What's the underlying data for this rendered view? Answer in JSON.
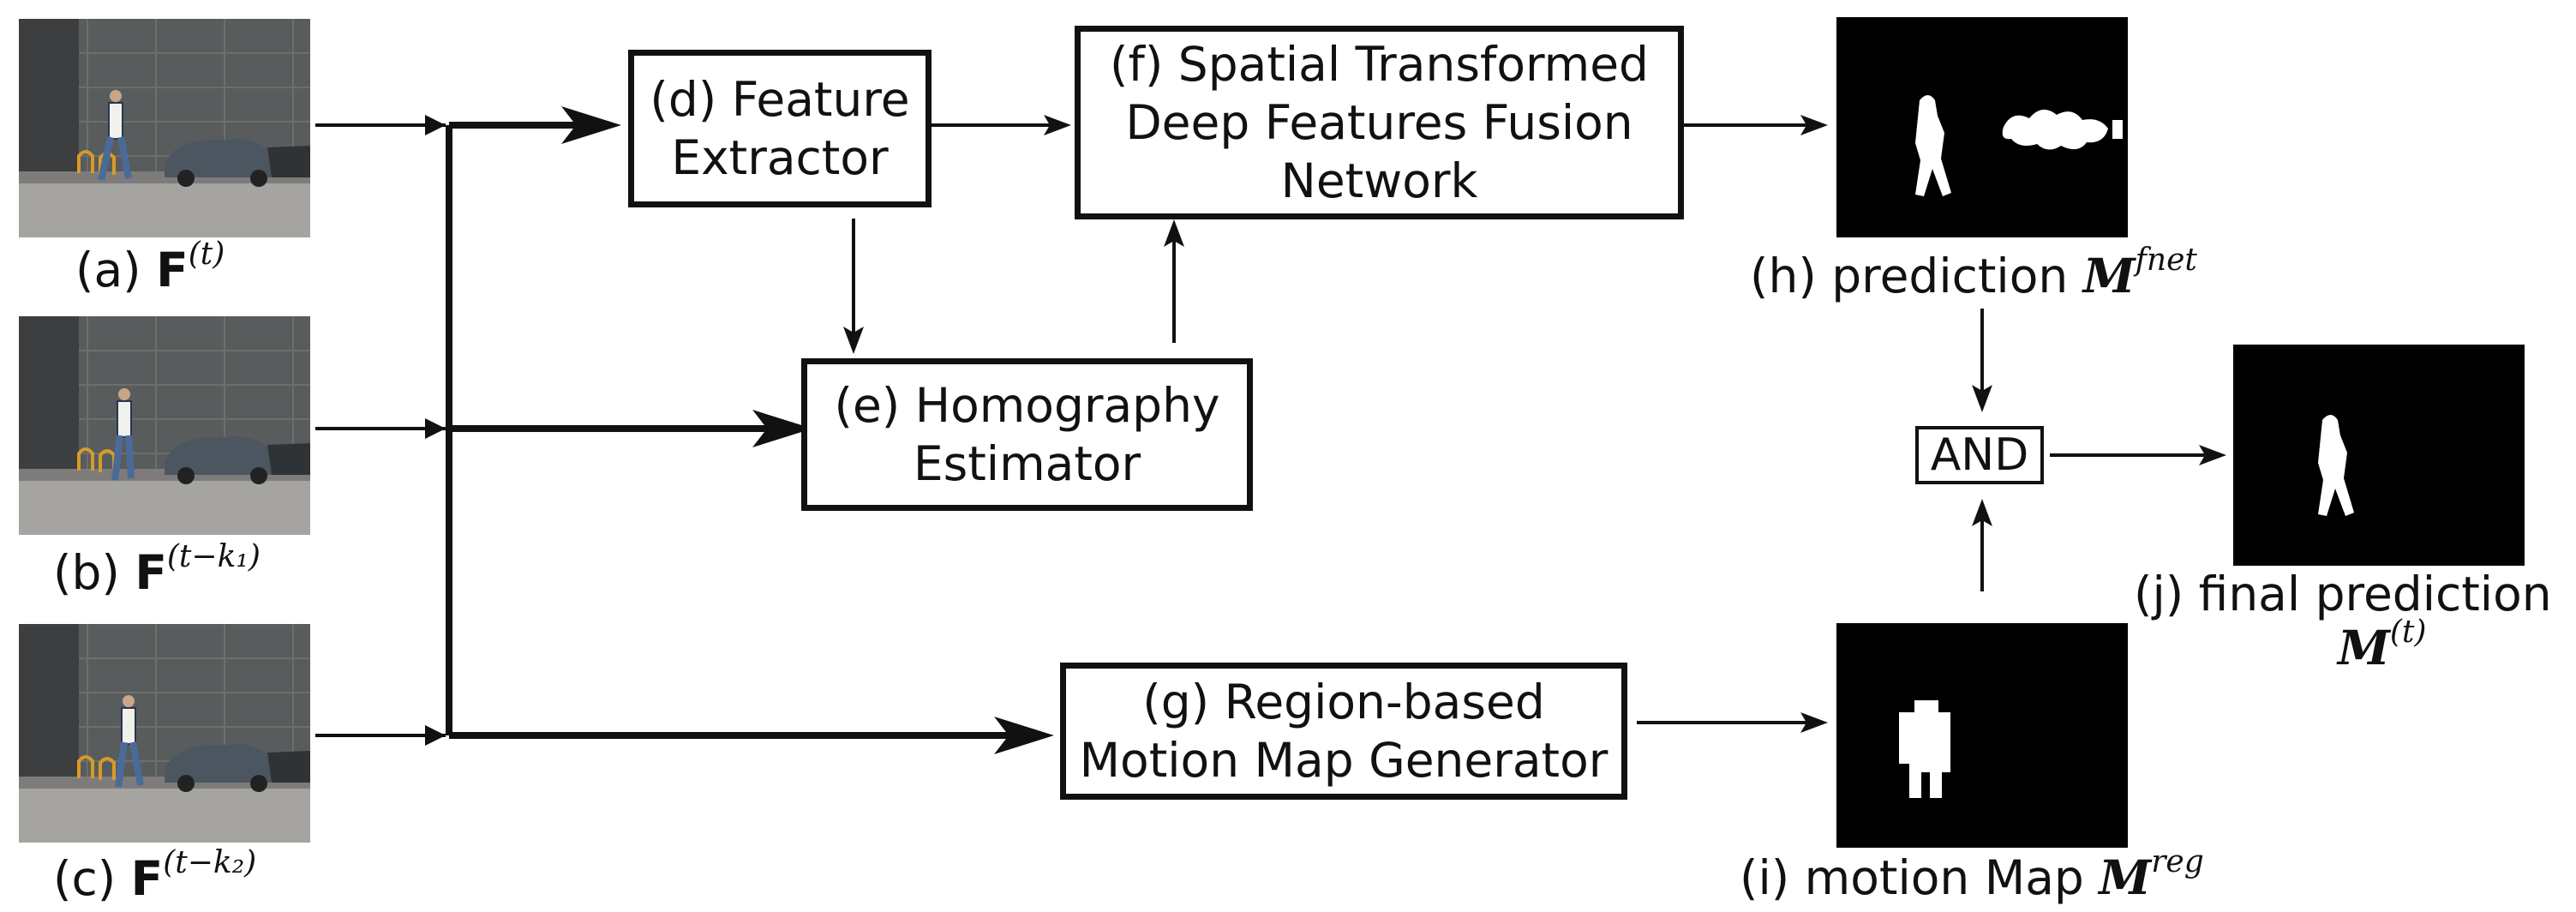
{
  "inputs": [
    {
      "tag": "(a)",
      "symbol": "F",
      "superscript": "(t)"
    },
    {
      "tag": "(b)",
      "symbol": "F",
      "superscript": "(t−k₁)"
    },
    {
      "tag": "(c)",
      "symbol": "F",
      "superscript": "(t−k₂)"
    }
  ],
  "blocks": {
    "feature_extractor": {
      "line1": "(d) Feature",
      "line2": "Extractor"
    },
    "homography": {
      "line1": "(e) Homography",
      "line2": "Estimator"
    },
    "fusion": {
      "line1": "(f) Spatial Transformed",
      "line2": "Deep Features Fusion",
      "line3": "Network"
    },
    "motion_map_gen": {
      "line1": "(g) Region-based",
      "line2": "Motion Map Generator"
    },
    "and_gate": "AND"
  },
  "outputs": {
    "prediction": {
      "text": "(h) prediction",
      "symbol": "M",
      "superscript": "fnet"
    },
    "motion_map": {
      "text": "(i) motion Map",
      "symbol": "M",
      "superscript": "reg"
    },
    "final": {
      "text": "(j) final prediction",
      "symbol": "M",
      "superscript": "(t)"
    }
  },
  "colors": {
    "line": "#111111",
    "mask_bg": "#000000",
    "mask_fg": "#ffffff",
    "wall": "#5d605f",
    "ground": "#a3a19e",
    "car": "#4b5560"
  }
}
